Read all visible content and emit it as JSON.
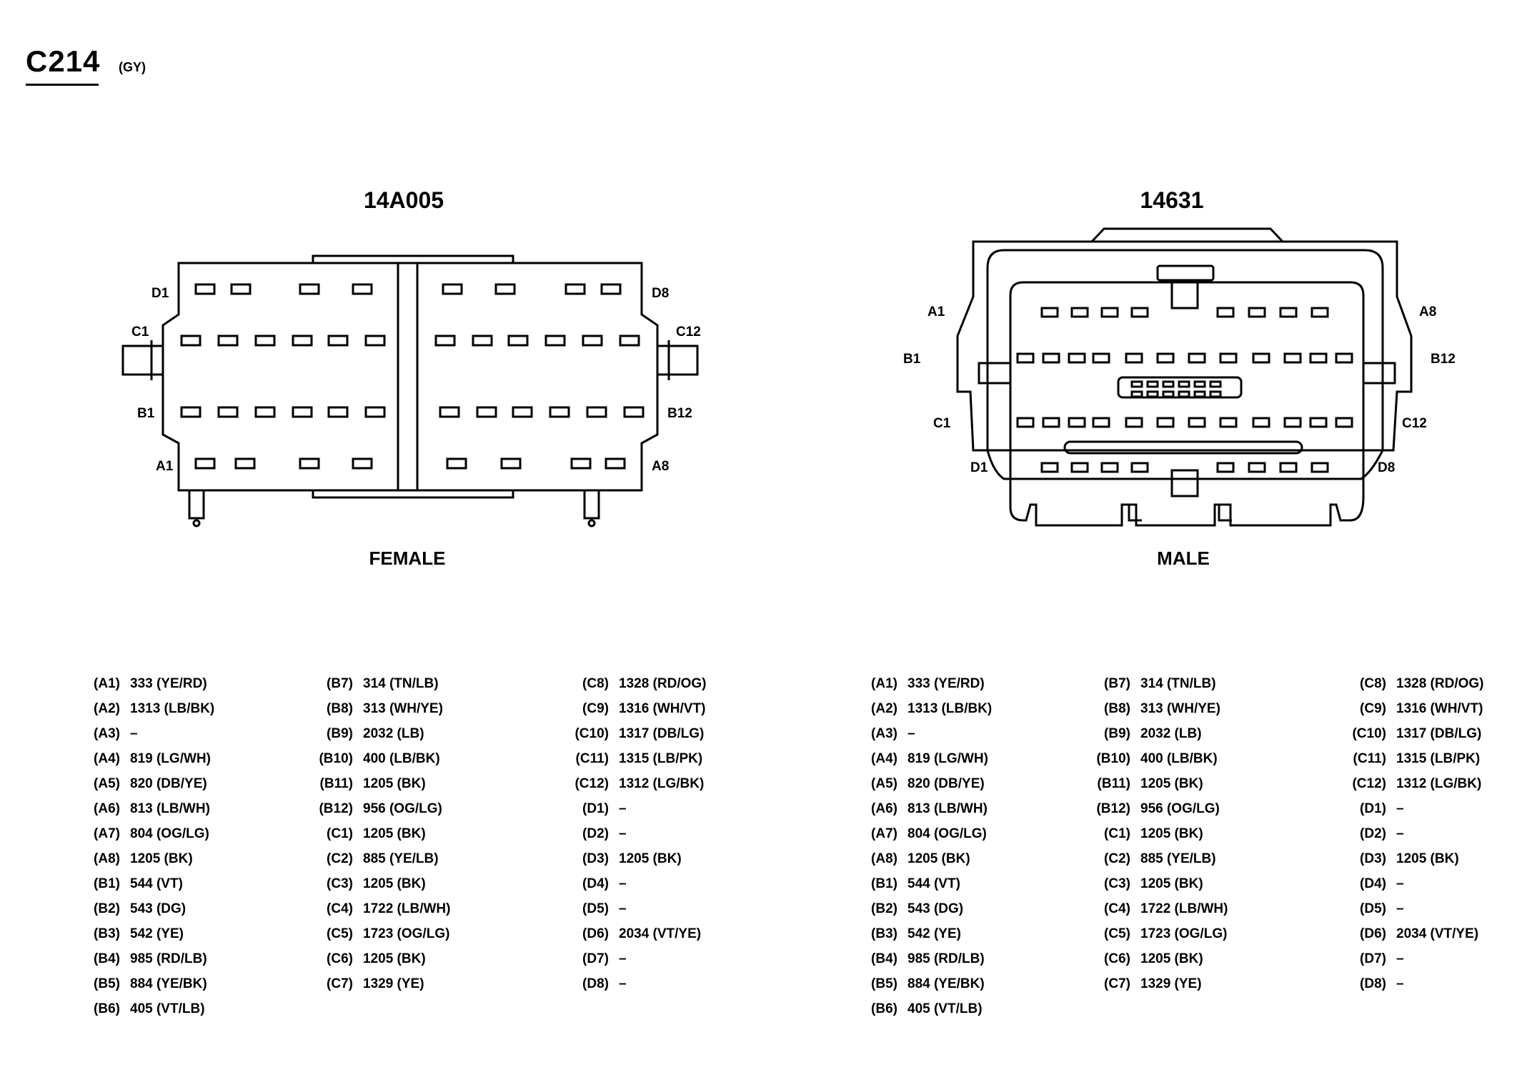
{
  "connector": {
    "id": "C214",
    "color_code": "(GY)"
  },
  "views": {
    "female": {
      "part_number": "14A005",
      "label": "FEMALE",
      "pin_labels": {
        "d1": "D1",
        "d8": "D8",
        "c1": "C1",
        "c12": "C12",
        "b1": "B1",
        "b12": "B12",
        "a1": "A1",
        "a8": "A8"
      }
    },
    "male": {
      "part_number": "14631",
      "label": "MALE",
      "pin_labels": {
        "a1": "A1",
        "a8": "A8",
        "b1": "B1",
        "b12": "B12",
        "c1": "C1",
        "c12": "C12",
        "d1": "D1",
        "d8": "D8"
      }
    }
  },
  "pinouts": {
    "col1": [
      {
        "pin": "(A1)",
        "wire": "333 (YE/RD)"
      },
      {
        "pin": "(A2)",
        "wire": "1313 (LB/BK)"
      },
      {
        "pin": "(A3)",
        "wire": "–"
      },
      {
        "pin": "(A4)",
        "wire": "819 (LG/WH)"
      },
      {
        "pin": "(A5)",
        "wire": "820 (DB/YE)"
      },
      {
        "pin": "(A6)",
        "wire": "813 (LB/WH)"
      },
      {
        "pin": "(A7)",
        "wire": "804 (OG/LG)"
      },
      {
        "pin": "(A8)",
        "wire": "1205 (BK)"
      },
      {
        "pin": "(B1)",
        "wire": "544 (VT)"
      },
      {
        "pin": "(B2)",
        "wire": "543 (DG)"
      },
      {
        "pin": "(B3)",
        "wire": "542 (YE)"
      },
      {
        "pin": "(B4)",
        "wire": "985 (RD/LB)"
      },
      {
        "pin": "(B5)",
        "wire": "884 (YE/BK)"
      },
      {
        "pin": "(B6)",
        "wire": "405 (VT/LB)"
      }
    ],
    "col2": [
      {
        "pin": "(B7)",
        "wire": "314 (TN/LB)"
      },
      {
        "pin": "(B8)",
        "wire": "313 (WH/YE)"
      },
      {
        "pin": "(B9)",
        "wire": "2032 (LB)"
      },
      {
        "pin": "(B10)",
        "wire": "400 (LB/BK)"
      },
      {
        "pin": "(B11)",
        "wire": "1205 (BK)"
      },
      {
        "pin": "(B12)",
        "wire": "956 (OG/LG)"
      },
      {
        "pin": "(C1)",
        "wire": "1205 (BK)"
      },
      {
        "pin": "(C2)",
        "wire": "885 (YE/LB)"
      },
      {
        "pin": "(C3)",
        "wire": "1205 (BK)"
      },
      {
        "pin": "(C4)",
        "wire": "1722 (LB/WH)"
      },
      {
        "pin": "(C5)",
        "wire": "1723 (OG/LG)"
      },
      {
        "pin": "(C6)",
        "wire": "1205 (BK)"
      },
      {
        "pin": "(C7)",
        "wire": "1329 (YE)"
      }
    ],
    "col3": [
      {
        "pin": "(C8)",
        "wire": "1328 (RD/OG)"
      },
      {
        "pin": "(C9)",
        "wire": "1316 (WH/VT)"
      },
      {
        "pin": "(C10)",
        "wire": "1317 (DB/LG)"
      },
      {
        "pin": "(C11)",
        "wire": "1315 (LB/PK)"
      },
      {
        "pin": "(C12)",
        "wire": "1312 (LG/BK)"
      },
      {
        "pin": "(D1)",
        "wire": "–"
      },
      {
        "pin": "(D2)",
        "wire": "–"
      },
      {
        "pin": "(D3)",
        "wire": "1205 (BK)"
      },
      {
        "pin": "(D4)",
        "wire": "–"
      },
      {
        "pin": "(D5)",
        "wire": "–"
      },
      {
        "pin": "(D6)",
        "wire": "2034 (VT/YE)"
      },
      {
        "pin": "(D7)",
        "wire": "–"
      },
      {
        "pin": "(D8)",
        "wire": "–"
      }
    ]
  }
}
